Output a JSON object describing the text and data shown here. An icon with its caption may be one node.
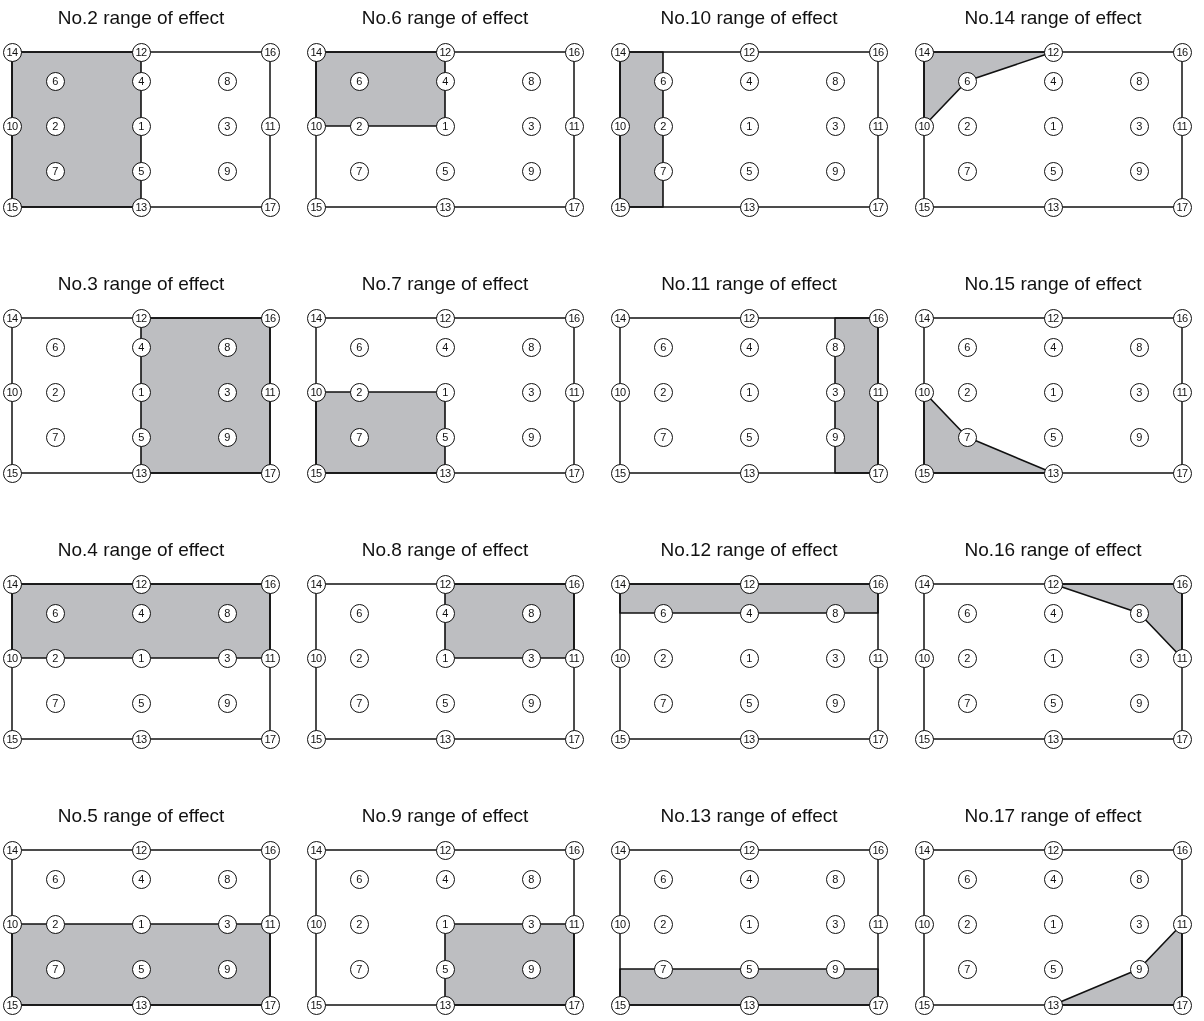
{
  "diagram": {
    "nodes": [
      {
        "text": [
          "No.2 range of effect"
        ]
      },
      {
        "text": [
          "14"
        ]
      },
      {
        "text": [
          "12"
        ]
      },
      {
        "text": [
          "16"
        ]
      },
      {
        "text": [
          "6"
        ],
        "in": 0
      },
      {
        "text": [
          "4"
        ],
        "in": 0
      },
      {
        "text": [
          "8"
        ],
        "in": 0
      },
      {
        "text": [
          "10"
        ]
      },
      {
        "text": [
          "2"
        ],
        "in": 0
      },
      {
        "text": [
          "1"
        ],
        "in": 0
      },
      {
        "text": [
          "3"
        ],
        "in": 0
      },
      {
        "text": [
          "11"
        ]
      },
      {
        "text": [
          "7"
        ],
        "in": 0
      },
      {
        "text": [
          "5"
        ],
        "in": 0
      },
      {
        "text": [
          "9"
        ],
        "in": 0
      },
      {
        "text": [
          "15"
        ]
      },
      {
        "text": [
          "13"
        ]
      },
      {
        "text": [
          "17"
        ]
      },
      {
        "text": [
          "No.6 range of effect"
        ]
      },
      {
        "text": [
          "14"
        ]
      },
      {
        "text": [
          "12"
        ]
      },
      {
        "text": [
          "16"
        ]
      },
      {
        "text": [
          "6"
        ],
        "in": 18
      },
      {
        "text": [
          "4"
        ],
        "in": 18
      },
      {
        "text": [
          "8"
        ],
        "in": 18
      },
      {
        "text": [
          "10"
        ]
      },
      {
        "text": [
          "2"
        ],
        "in": 18
      },
      {
        "text": [
          "1"
        ],
        "in": 18
      },
      {
        "text": [
          "3"
        ],
        "in": 18
      },
      {
        "text": [
          "11"
        ]
      },
      {
        "text": [
          "7"
        ],
        "in": 18
      },
      {
        "text": [
          "5"
        ],
        "in": 18
      },
      {
        "text": [
          "9"
        ],
        "in": 18
      },
      {
        "text": [
          "15"
        ]
      },
      {
        "text": [
          "13"
        ]
      },
      {
        "text": [
          "17"
        ]
      },
      {
        "text": [
          "No.10 range of effect"
        ]
      },
      {
        "text": [
          "14"
        ]
      },
      {
        "text": [
          "12"
        ]
      },
      {
        "text": [
          "16"
        ]
      },
      {
        "text": [
          "6"
        ],
        "in": 36
      },
      {
        "text": [
          "4"
        ],
        "in": 36
      },
      {
        "text": [
          "8"
        ],
        "in": 36
      },
      {
        "text": [
          "10"
        ]
      },
      {
        "text": [
          "2"
        ],
        "in": 36
      },
      {
        "text": [
          "1"
        ],
        "in": 36
      },
      {
        "text": [
          "3"
        ],
        "in": 36
      },
      {
        "text": [
          "11"
        ]
      },
      {
        "text": [
          "7"
        ],
        "in": 36
      },
      {
        "text": [
          "5"
        ],
        "in": 36
      },
      {
        "text": [
          "9"
        ],
        "in": 36
      },
      {
        "text": [
          "15"
        ]
      },
      {
        "text": [
          "13"
        ]
      },
      {
        "text": [
          "17"
        ]
      },
      {
        "text": [
          "No.14 range of effect"
        ]
      },
      {
        "text": [
          "14"
        ]
      },
      {
        "text": [
          "12"
        ]
      },
      {
        "text": [
          "16"
        ]
      },
      {
        "text": [
          "6"
        ],
        "in": 54
      },
      {
        "text": [
          "4"
        ],
        "in": 54
      },
      {
        "text": [
          "8"
        ],
        "in": 54
      },
      {
        "text": [
          "10"
        ]
      },
      {
        "text": [
          "2"
        ],
        "in": 54
      },
      {
        "text": [
          "1"
        ],
        "in": 54
      },
      {
        "text": [
          "3"
        ],
        "in": 54
      },
      {
        "text": [
          "11"
        ]
      },
      {
        "text": [
          "7"
        ],
        "in": 54
      },
      {
        "text": [
          "5"
        ],
        "in": 54
      },
      {
        "text": [
          "9"
        ],
        "in": 54
      },
      {
        "text": [
          "15"
        ]
      },
      {
        "text": [
          "13"
        ]
      },
      {
        "text": [
          "17"
        ]
      },
      {
        "text": [
          "No.3 range of effect"
        ]
      },
      {
        "text": [
          "14"
        ]
      },
      {
        "text": [
          "12"
        ]
      },
      {
        "text": [
          "16"
        ]
      },
      {
        "text": [
          "6"
        ],
        "in": 72
      },
      {
        "text": [
          "4"
        ],
        "in": 72
      },
      {
        "text": [
          "8"
        ],
        "in": 72
      },
      {
        "text": [
          "10"
        ]
      },
      {
        "text": [
          "2"
        ],
        "in": 72
      },
      {
        "text": [
          "1"
        ],
        "in": 72
      },
      {
        "text": [
          "3"
        ],
        "in": 72
      },
      {
        "text": [
          "11"
        ]
      },
      {
        "text": [
          "7"
        ],
        "in": 72
      },
      {
        "text": [
          "5"
        ],
        "in": 72
      },
      {
        "text": [
          "9"
        ],
        "in": 72
      },
      {
        "text": [
          "15"
        ]
      },
      {
        "text": [
          "13"
        ]
      },
      {
        "text": [
          "17"
        ]
      },
      {
        "text": [
          "No.7 range of effect"
        ]
      },
      {
        "text": [
          "14"
        ]
      },
      {
        "text": [
          "12"
        ]
      },
      {
        "text": [
          "16"
        ]
      },
      {
        "text": [
          "6"
        ],
        "in": 90
      },
      {
        "text": [
          "4"
        ],
        "in": 90
      },
      {
        "text": [
          "8"
        ],
        "in": 90
      },
      {
        "text": [
          "10"
        ]
      },
      {
        "text": [
          "2"
        ],
        "in": 90
      },
      {
        "text": [
          "1"
        ],
        "in": 90
      },
      {
        "text": [
          "3"
        ],
        "in": 90
      },
      {
        "text": [
          "11"
        ]
      },
      {
        "text": [
          "7"
        ],
        "in": 90
      },
      {
        "text": [
          "5"
        ],
        "in": 90
      },
      {
        "text": [
          "9"
        ],
        "in": 90
      },
      {
        "text": [
          "15"
        ]
      },
      {
        "text": [
          "13"
        ]
      },
      {
        "text": [
          "17"
        ]
      },
      {
        "text": [
          "No.11 range of effect"
        ]
      },
      {
        "text": [
          "14"
        ]
      },
      {
        "text": [
          "12"
        ]
      },
      {
        "text": [
          "16"
        ]
      },
      {
        "text": [
          "6"
        ],
        "in": 108
      },
      {
        "text": [
          "4"
        ],
        "in": 108
      },
      {
        "text": [
          "8"
        ],
        "in": 108
      },
      {
        "text": [
          "10"
        ]
      },
      {
        "text": [
          "2"
        ],
        "in": 108
      },
      {
        "text": [
          "1"
        ],
        "in": 108
      },
      {
        "text": [
          "3"
        ],
        "in": 108
      },
      {
        "text": [
          "11"
        ]
      },
      {
        "text": [
          "7"
        ],
        "in": 108
      },
      {
        "text": [
          "5"
        ],
        "in": 108
      },
      {
        "text": [
          "9"
        ],
        "in": 108
      },
      {
        "text": [
          "15"
        ]
      },
      {
        "text": [
          "13"
        ]
      },
      {
        "text": [
          "17"
        ]
      },
      {
        "text": [
          "No.15 range of effect"
        ]
      },
      {
        "text": [
          "14"
        ]
      },
      {
        "text": [
          "12"
        ]
      },
      {
        "text": [
          "16"
        ]
      },
      {
        "text": [
          "6"
        ],
        "in": 126
      },
      {
        "text": [
          "4"
        ],
        "in": 126
      },
      {
        "text": [
          "8"
        ],
        "in": 126
      },
      {
        "text": [
          "10"
        ]
      },
      {
        "text": [
          "2"
        ],
        "in": 126
      },
      {
        "text": [
          "1"
        ],
        "in": 126
      },
      {
        "text": [
          "3"
        ],
        "in": 126
      },
      {
        "text": [
          "11"
        ]
      },
      {
        "text": [
          "7"
        ],
        "in": 126
      },
      {
        "text": [
          "5"
        ],
        "in": 126
      },
      {
        "text": [
          "9"
        ],
        "in": 126
      },
      {
        "text": [
          "15"
        ]
      },
      {
        "text": [
          "13"
        ]
      },
      {
        "text": [
          "17"
        ]
      },
      {
        "text": [
          "No.4 range of effect"
        ]
      },
      {
        "text": [
          "14"
        ]
      },
      {
        "text": [
          "12"
        ]
      },
      {
        "text": [
          "16"
        ]
      },
      {
        "text": [
          "6"
        ],
        "in": 144
      },
      {
        "text": [
          "4"
        ],
        "in": 144
      },
      {
        "text": [
          "8"
        ],
        "in": 144
      },
      {
        "text": [
          "10"
        ]
      },
      {
        "text": [
          "2"
        ],
        "in": 144
      },
      {
        "text": [
          "1"
        ],
        "in": 144
      },
      {
        "text": [
          "3"
        ],
        "in": 144
      },
      {
        "text": [
          "11"
        ]
      },
      {
        "text": [
          "7"
        ],
        "in": 144
      },
      {
        "text": [
          "5"
        ],
        "in": 144
      },
      {
        "text": [
          "9"
        ],
        "in": 144
      },
      {
        "text": [
          "15"
        ]
      },
      {
        "text": [
          "13"
        ]
      },
      {
        "text": [
          "17"
        ]
      },
      {
        "text": [
          "No.8 range of effect"
        ]
      },
      {
        "text": [
          "14"
        ]
      },
      {
        "text": [
          "12"
        ]
      },
      {
        "text": [
          "16"
        ]
      },
      {
        "text": [
          "6"
        ],
        "in": 162
      },
      {
        "text": [
          "4"
        ],
        "in": 162
      },
      {
        "text": [
          "8"
        ],
        "in": 162
      },
      {
        "text": [
          "10"
        ]
      },
      {
        "text": [
          "2"
        ],
        "in": 162
      },
      {
        "text": [
          "1"
        ],
        "in": 162
      },
      {
        "text": [
          "3"
        ],
        "in": 162
      },
      {
        "text": [
          "11"
        ]
      },
      {
        "text": [
          "7"
        ],
        "in": 162
      },
      {
        "text": [
          "5"
        ],
        "in": 162
      },
      {
        "text": [
          "9"
        ],
        "in": 162
      },
      {
        "text": [
          "15"
        ]
      },
      {
        "text": [
          "13"
        ]
      },
      {
        "text": [
          "17"
        ]
      },
      {
        "text": [
          "No.12 range of effect"
        ]
      },
      {
        "text": [
          "14"
        ]
      },
      {
        "text": [
          "12"
        ]
      },
      {
        "text": [
          "16"
        ]
      },
      {
        "text": [
          "6"
        ],
        "in": 180
      },
      {
        "text": [
          "4"
        ],
        "in": 180
      },
      {
        "text": [
          "8"
        ],
        "in": 180
      },
      {
        "text": [
          "10"
        ]
      },
      {
        "text": [
          "2"
        ],
        "in": 180
      },
      {
        "text": [
          "1"
        ],
        "in": 180
      },
      {
        "text": [
          "3"
        ],
        "in": 180
      },
      {
        "text": [
          "11"
        ]
      },
      {
        "text": [
          "7"
        ],
        "in": 180
      },
      {
        "text": [
          "5"
        ],
        "in": 180
      },
      {
        "text": [
          "9"
        ],
        "in": 180
      },
      {
        "text": [
          "15"
        ]
      },
      {
        "text": [
          "13"
        ]
      },
      {
        "text": [
          "17"
        ]
      },
      {
        "text": [
          "No.16 range of effect"
        ]
      },
      {
        "text": [
          "14"
        ]
      },
      {
        "text": [
          "12"
        ]
      },
      {
        "text": [
          "16"
        ]
      },
      {
        "text": [
          "6"
        ],
        "in": 198
      },
      {
        "text": [
          "4"
        ],
        "in": 198
      },
      {
        "text": [
          "8"
        ],
        "in": 198
      },
      {
        "text": [
          "10"
        ]
      },
      {
        "text": [
          "2"
        ],
        "in": 198
      },
      {
        "text": [
          "1"
        ],
        "in": 198
      },
      {
        "text": [
          "3"
        ],
        "in": 198
      },
      {
        "text": [
          "11"
        ]
      },
      {
        "text": [
          "7"
        ],
        "in": 198
      },
      {
        "text": [
          "5"
        ],
        "in": 198
      },
      {
        "text": [
          "9"
        ],
        "in": 198
      },
      {
        "text": [
          "15"
        ]
      },
      {
        "text": [
          "13"
        ]
      },
      {
        "text": [
          "17"
        ]
      },
      {
        "text": [
          "No.5 range of effect"
        ]
      },
      {
        "text": [
          "14"
        ]
      },
      {
        "text": [
          "12"
        ]
      },
      {
        "text": [
          "16"
        ]
      },
      {
        "text": [
          "6"
        ],
        "in": 216
      },
      {
        "text": [
          "4"
        ],
        "in": 216
      },
      {
        "text": [
          "8"
        ],
        "in": 216
      },
      {
        "text": [
          "10"
        ]
      },
      {
        "text": [
          "2"
        ],
        "in": 216
      },
      {
        "text": [
          "1"
        ],
        "in": 216
      },
      {
        "text": [
          "3"
        ],
        "in": 216
      },
      {
        "text": [
          "11"
        ]
      },
      {
        "text": [
          "7"
        ],
        "in": 216
      },
      {
        "text": [
          "5"
        ],
        "in": 216
      },
      {
        "text": [
          "9"
        ],
        "in": 216
      },
      {
        "text": [
          "15"
        ]
      },
      {
        "text": [
          "13"
        ]
      },
      {
        "text": [
          "17"
        ]
      },
      {
        "text": [
          "No.9 range of effect"
        ]
      },
      {
        "text": [
          "14"
        ]
      },
      {
        "text": [
          "12"
        ]
      },
      {
        "text": [
          "16"
        ]
      },
      {
        "text": [
          "6"
        ],
        "in": 234
      },
      {
        "text": [
          "4"
        ],
        "in": 234
      },
      {
        "text": [
          "8"
        ],
        "in": 234
      },
      {
        "text": [
          "10"
        ]
      },
      {
        "text": [
          "2"
        ],
        "in": 234
      },
      {
        "text": [
          "1"
        ],
        "in": 234
      },
      {
        "text": [
          "3"
        ],
        "in": 234
      },
      {
        "text": [
          "11"
        ]
      },
      {
        "text": [
          "7"
        ],
        "in": 234
      },
      {
        "text": [
          "5"
        ],
        "in": 234
      },
      {
        "text": [
          "9"
        ],
        "in": 234
      },
      {
        "text": [
          "15"
        ]
      },
      {
        "text": [
          "13"
        ]
      },
      {
        "text": [
          "17"
        ]
      },
      {
        "text": [
          "No.13 range of effect"
        ]
      },
      {
        "text": [
          "14"
        ]
      },
      {
        "text": [
          "12"
        ]
      },
      {
        "text": [
          "16"
        ]
      },
      {
        "text": [
          "6"
        ],
        "in": 252
      },
      {
        "text": [
          "4"
        ],
        "in": 252
      },
      {
        "text": [
          "8"
        ],
        "in": 252
      },
      {
        "text": [
          "10"
        ]
      },
      {
        "text": [
          "2"
        ],
        "in": 252
      },
      {
        "text": [
          "1"
        ],
        "in": 252
      },
      {
        "text": [
          "3"
        ],
        "in": 252
      },
      {
        "text": [
          "11"
        ]
      },
      {
        "text": [
          "7"
        ],
        "in": 252
      },
      {
        "text": [
          "5"
        ],
        "in": 252
      },
      {
        "text": [
          "9"
        ],
        "in": 252
      },
      {
        "text": [
          "15"
        ]
      },
      {
        "text": [
          "13"
        ]
      },
      {
        "text": [
          "17"
        ]
      },
      {
        "text": [
          "No.17 range of effect"
        ]
      },
      {
        "text": [
          "14"
        ]
      },
      {
        "text": [
          "12"
        ]
      },
      {
        "text": [
          "16"
        ]
      },
      {
        "text": [
          "6"
        ],
        "in": 270
      },
      {
        "text": [
          "4"
        ],
        "in": 270
      },
      {
        "text": [
          "8"
        ],
        "in": 270
      },
      {
        "text": [
          "10"
        ]
      },
      {
        "text": [
          "2"
        ],
        "in": 270
      },
      {
        "text": [
          "1"
        ],
        "in": 270
      },
      {
        "text": [
          "3"
        ],
        "in": 270
      },
      {
        "text": [
          "11"
        ]
      },
      {
        "text": [
          "7"
        ],
        "in": 270
      },
      {
        "text": [
          "5"
        ],
        "in": 270
      },
      {
        "text": [
          "9"
        ],
        "in": 270
      },
      {
        "text": [
          "15"
        ]
      },
      {
        "text": [
          "13"
        ]
      },
      {
        "text": [
          "17"
        ]
      }
    ]
  }
}
